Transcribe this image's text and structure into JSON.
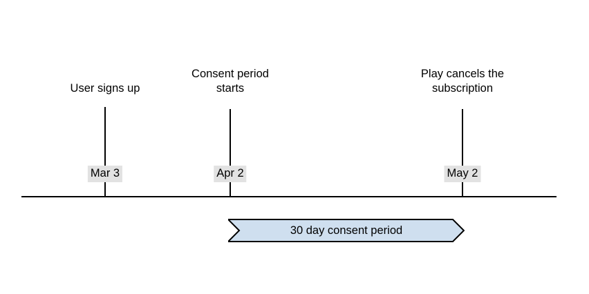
{
  "diagram": {
    "type": "timeline",
    "title": "",
    "colors": {
      "line": "#000000",
      "date_chip_background": "#e2e2e2",
      "banner_fill": "#cfdfef",
      "banner_stroke": "#000000",
      "text": "#000000",
      "background": "#ffffff"
    },
    "axis": {
      "name": "timeline-axis",
      "orientation": "horizontal"
    },
    "events": [
      {
        "id": "signup",
        "label": "User signs up",
        "label_lines": [
          "User signs up"
        ],
        "date": "Mar 3"
      },
      {
        "id": "consent",
        "label": "Consent period starts",
        "label_lines": [
          "Consent period",
          "starts"
        ],
        "date": "Apr 2"
      },
      {
        "id": "cancel",
        "label": "Play cancels the subscription",
        "label_lines": [
          "Play cancels the",
          "subscription"
        ],
        "date": "May 2"
      }
    ],
    "banner": {
      "label": "30 day consent period",
      "from_event": "consent",
      "to_event": "cancel",
      "duration_days": 30
    }
  }
}
